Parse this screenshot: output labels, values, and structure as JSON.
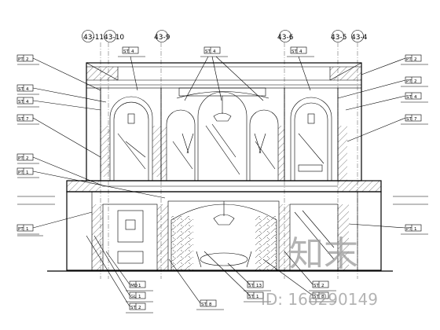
{
  "grid_labels": [
    "43-11",
    "43-10",
    "43-9",
    "43-6",
    "43-5",
    "43-4"
  ],
  "left_tags": [
    {
      "code": "PT",
      "num": "2"
    },
    {
      "code": "ST",
      "num": "4"
    },
    {
      "code": "ST",
      "num": "4"
    },
    {
      "code": "ST",
      "num": "7"
    },
    {
      "code": "PT",
      "num": "2"
    },
    {
      "code": "PT",
      "num": "1"
    },
    {
      "code": "PT",
      "num": "1"
    }
  ],
  "right_tags": [
    {
      "code": "PT",
      "num": "2"
    },
    {
      "code": "PT",
      "num": "2"
    },
    {
      "code": "ST",
      "num": "4"
    },
    {
      "code": "ST",
      "num": "7"
    },
    {
      "code": "PT",
      "num": "1"
    }
  ],
  "top_tags": [
    {
      "code": "ST",
      "num": "4"
    },
    {
      "code": "ST",
      "num": "4"
    },
    {
      "code": "ST",
      "num": "4"
    }
  ],
  "bottom_tags": [
    {
      "code": "MD",
      "num": "1"
    },
    {
      "code": "GL",
      "num": "1"
    },
    {
      "code": "ST",
      "num": "2"
    },
    {
      "code": "ST",
      "num": "8"
    },
    {
      "code": "ST",
      "num": "13"
    },
    {
      "code": "ST",
      "num": "1"
    },
    {
      "code": "ST",
      "num": "2"
    },
    {
      "code": "ST",
      "num": "8"
    }
  ],
  "watermark": {
    "brand": "知末",
    "id_text": "ID: 166290149"
  }
}
